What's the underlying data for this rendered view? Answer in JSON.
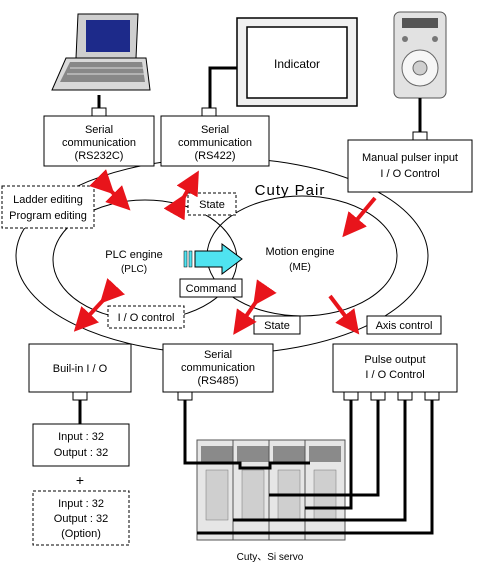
{
  "boxes": {
    "serial_rs232c": [
      "Serial",
      "communication",
      "(RS232C)"
    ],
    "serial_rs422": [
      "Serial",
      "communication",
      "(RS422)"
    ],
    "indicator": "Indicator",
    "manual_pulser": [
      "Manual pulser input",
      "I / O Control"
    ],
    "ladder_editing": [
      "Ladder editing",
      "Program editing"
    ],
    "builtin_io": "Buil-in I / O",
    "serial_rs485": [
      "Serial",
      "communication",
      "(RS485)"
    ],
    "pulse_output": [
      "Pulse output",
      "I / O Control"
    ],
    "io_base": [
      "Input : 32",
      "Output : 32"
    ],
    "io_option": [
      "Input : 32",
      "Output : 32",
      "(Option)"
    ]
  },
  "engines": {
    "plc": [
      "PLC engine",
      "(PLC)"
    ],
    "motion": [
      "Motion engine",
      "(ME)"
    ]
  },
  "tags": {
    "state_top": "State",
    "command": "Command",
    "io_control": "I / O control",
    "state_bottom": "State",
    "axis_control": "Axis control"
  },
  "title": "Cuty  Pair",
  "plus": "+",
  "servo_caption": "Cuty、Si servo",
  "colors": {
    "arrow_red": "#e8141b",
    "command_arrow": "#4fe3f0",
    "laptop_screen": "#1d2a8a"
  }
}
